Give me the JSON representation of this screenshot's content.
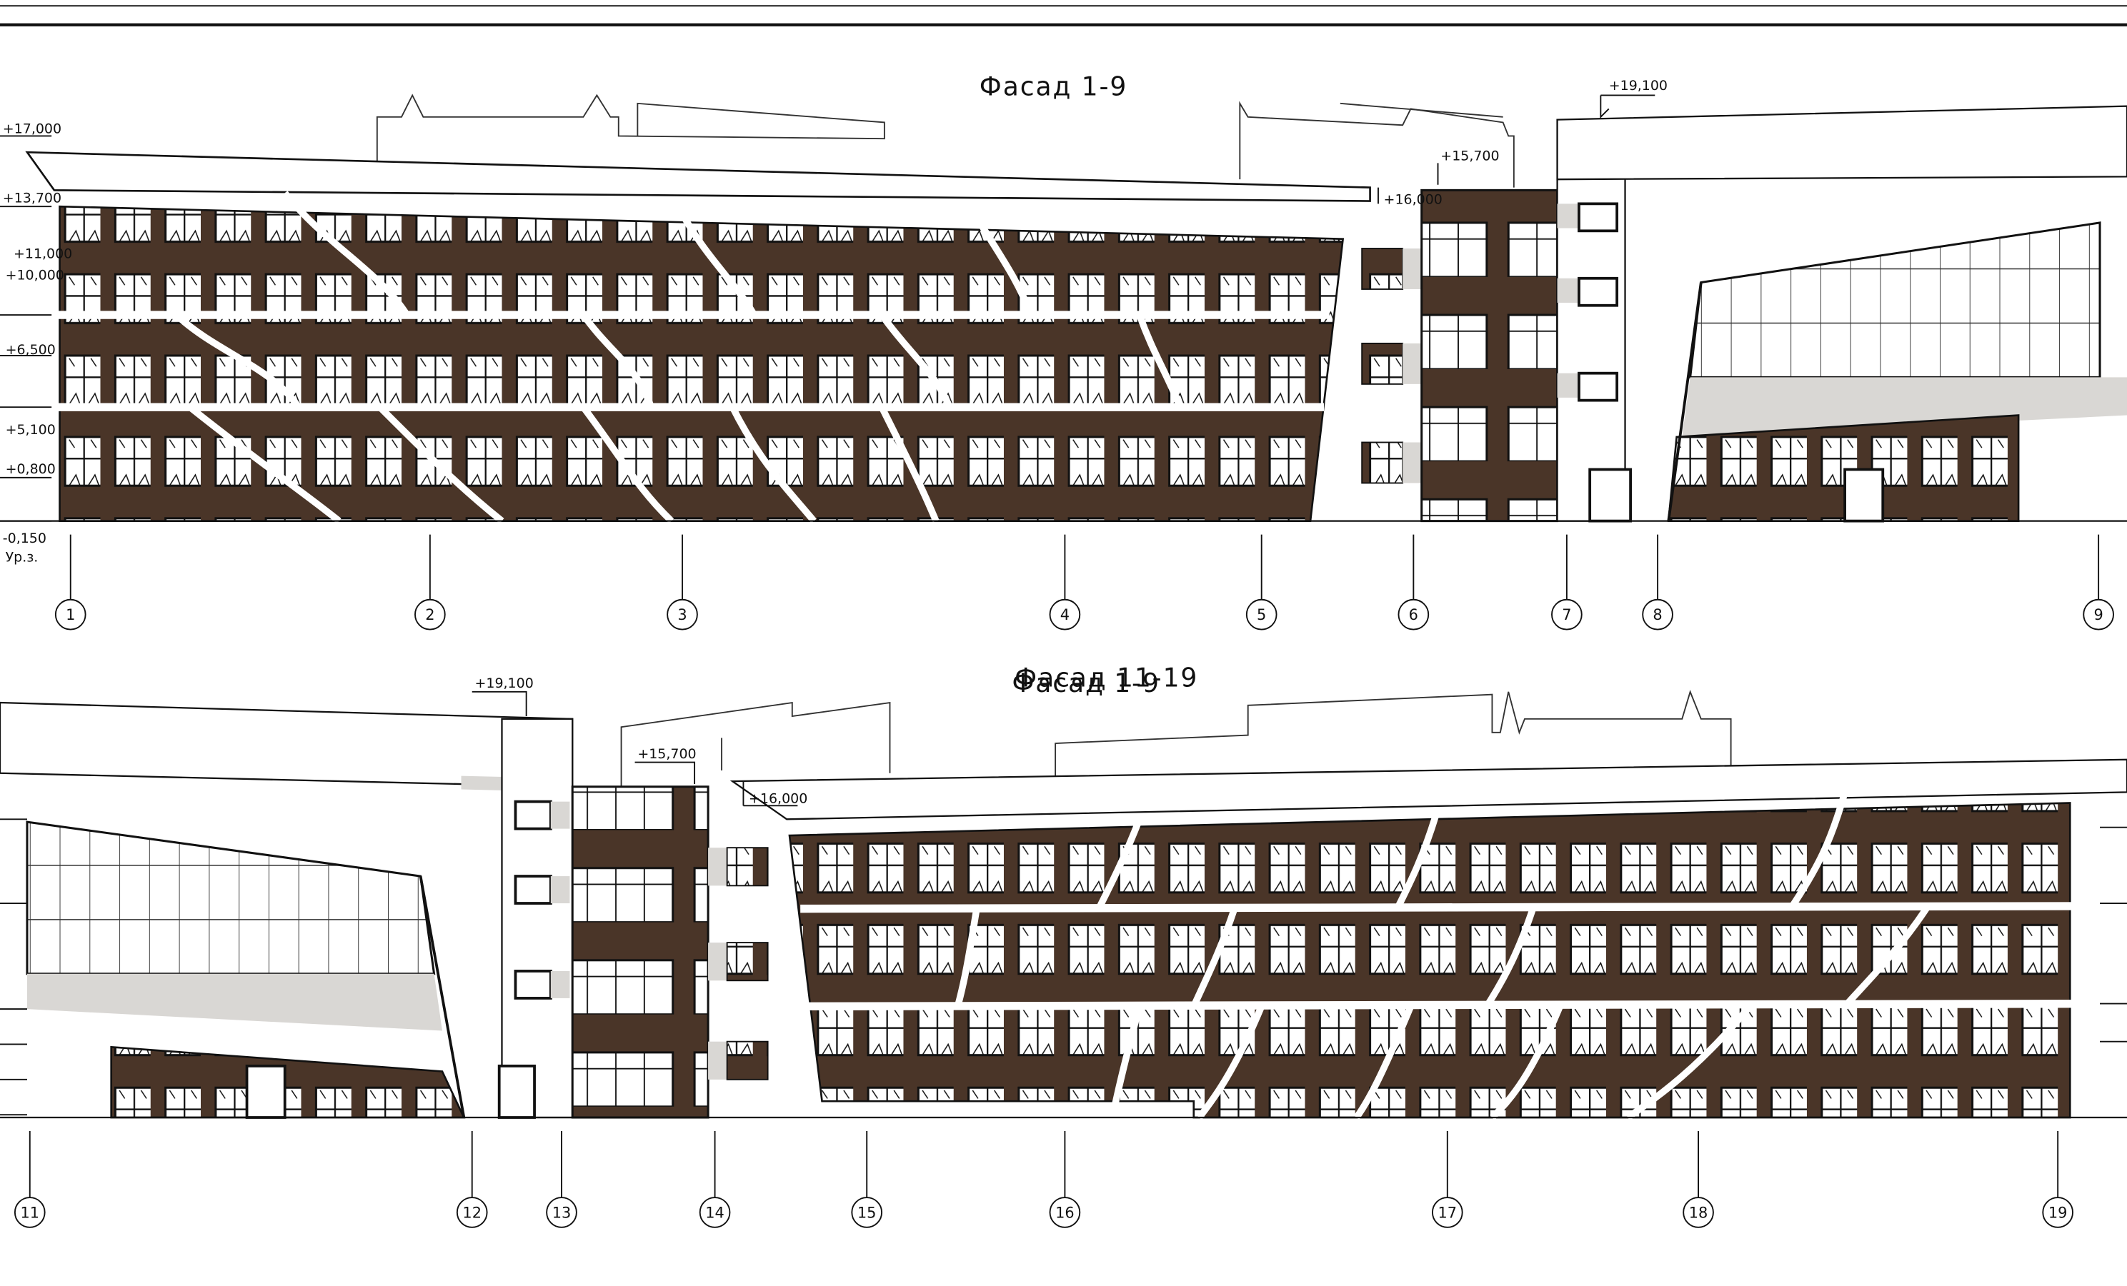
{
  "titles": {
    "top": "Фасад 1-9",
    "bottom": "Фасад 11-19",
    "bottom_overlap": "Фасад 1-9"
  },
  "colors": {
    "brick": "#4a3528",
    "line": "#111111",
    "glass_band": "#d9d7d4",
    "paper": "#ffffff"
  },
  "facade_top": {
    "levels": [
      "+17,000",
      "+13,700",
      "+11,000",
      "+10,000",
      "+6,500",
      "+5,100",
      "+0,800",
      "-0,150"
    ],
    "ground_label": "Ур.з.",
    "tower_marks": [
      "+19,100",
      "+15,700",
      "+16,000"
    ],
    "axes": [
      "1",
      "2",
      "3",
      "4",
      "5",
      "6",
      "7",
      "8",
      "9"
    ]
  },
  "facade_bottom": {
    "tower_marks": [
      "+19,100",
      "+15,700",
      "+16,000"
    ],
    "axes": [
      "11",
      "12",
      "13",
      "14",
      "15",
      "16",
      "17",
      "18",
      "19"
    ]
  }
}
